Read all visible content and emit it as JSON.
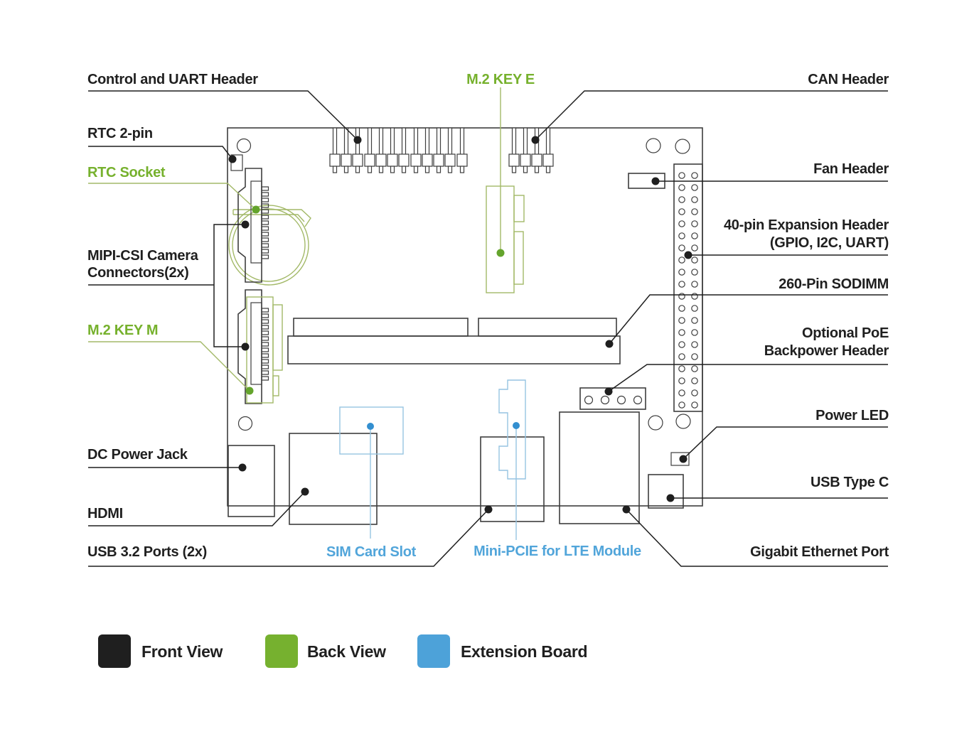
{
  "labels": {
    "control_uart": "Control and UART Header",
    "rtc_2pin": "RTC 2-pin",
    "rtc_socket": "RTC Socket",
    "mipi_line1": "MIPI-CSI Camera",
    "mipi_line2": "Connectors(2x)",
    "m2_key_m": "M.2 KEY M",
    "dc_power": "DC Power Jack",
    "hdmi": "HDMI",
    "usb32": "USB 3.2 Ports (2x)",
    "m2_key_e": "M.2 KEY E",
    "can": "CAN Header",
    "fan": "Fan Header",
    "expansion_line1": "40-pin Expansion Header",
    "expansion_line2": "(GPIO, I2C, UART)",
    "sodimm": "260-Pin SODIMM",
    "poe_line1": "Optional PoE",
    "poe_line2": "Backpower Header",
    "power_led": "Power LED",
    "usb_c": "USB Type C",
    "gbe": "Gigabit Ethernet Port",
    "sim": "SIM Card Slot",
    "mini_pcie": "Mini-PCIE for LTE Module"
  },
  "legend": {
    "items": [
      {
        "label": "Front View",
        "color": "#1f1f1f"
      },
      {
        "label": "Back View",
        "color": "#76b12f"
      },
      {
        "label": "Extension Board",
        "color": "#4da2d9"
      }
    ]
  },
  "colors": {
    "ink": "#1f1f1f",
    "line": "#3e3e3e",
    "green-fill": "#76b12f",
    "green-text": "#76b12d",
    "green-line": "#a3b968",
    "green-dot": "#64a42c",
    "blue-fill": "#4da2d9",
    "blue-text": "#51a5da",
    "blue-line": "#96c4e2",
    "blue-dot": "#338fd0"
  }
}
